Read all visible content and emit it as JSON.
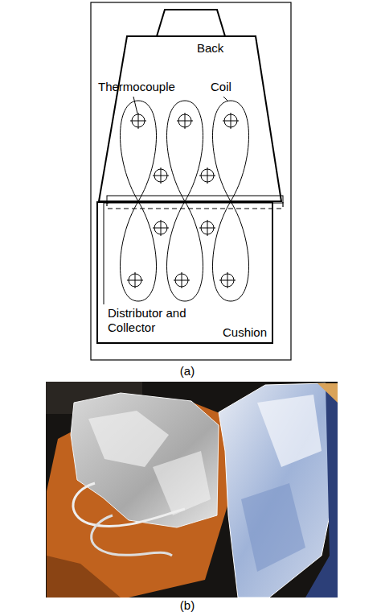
{
  "diagram": {
    "nodes": [
      {
        "text": [
          "Back"
        ]
      },
      {
        "text": [
          "Cushion"
        ]
      }
    ],
    "labels": [
      "Thermocouple",
      "Coil",
      "Distributor and Collector",
      "(a)",
      "(b)"
    ]
  }
}
